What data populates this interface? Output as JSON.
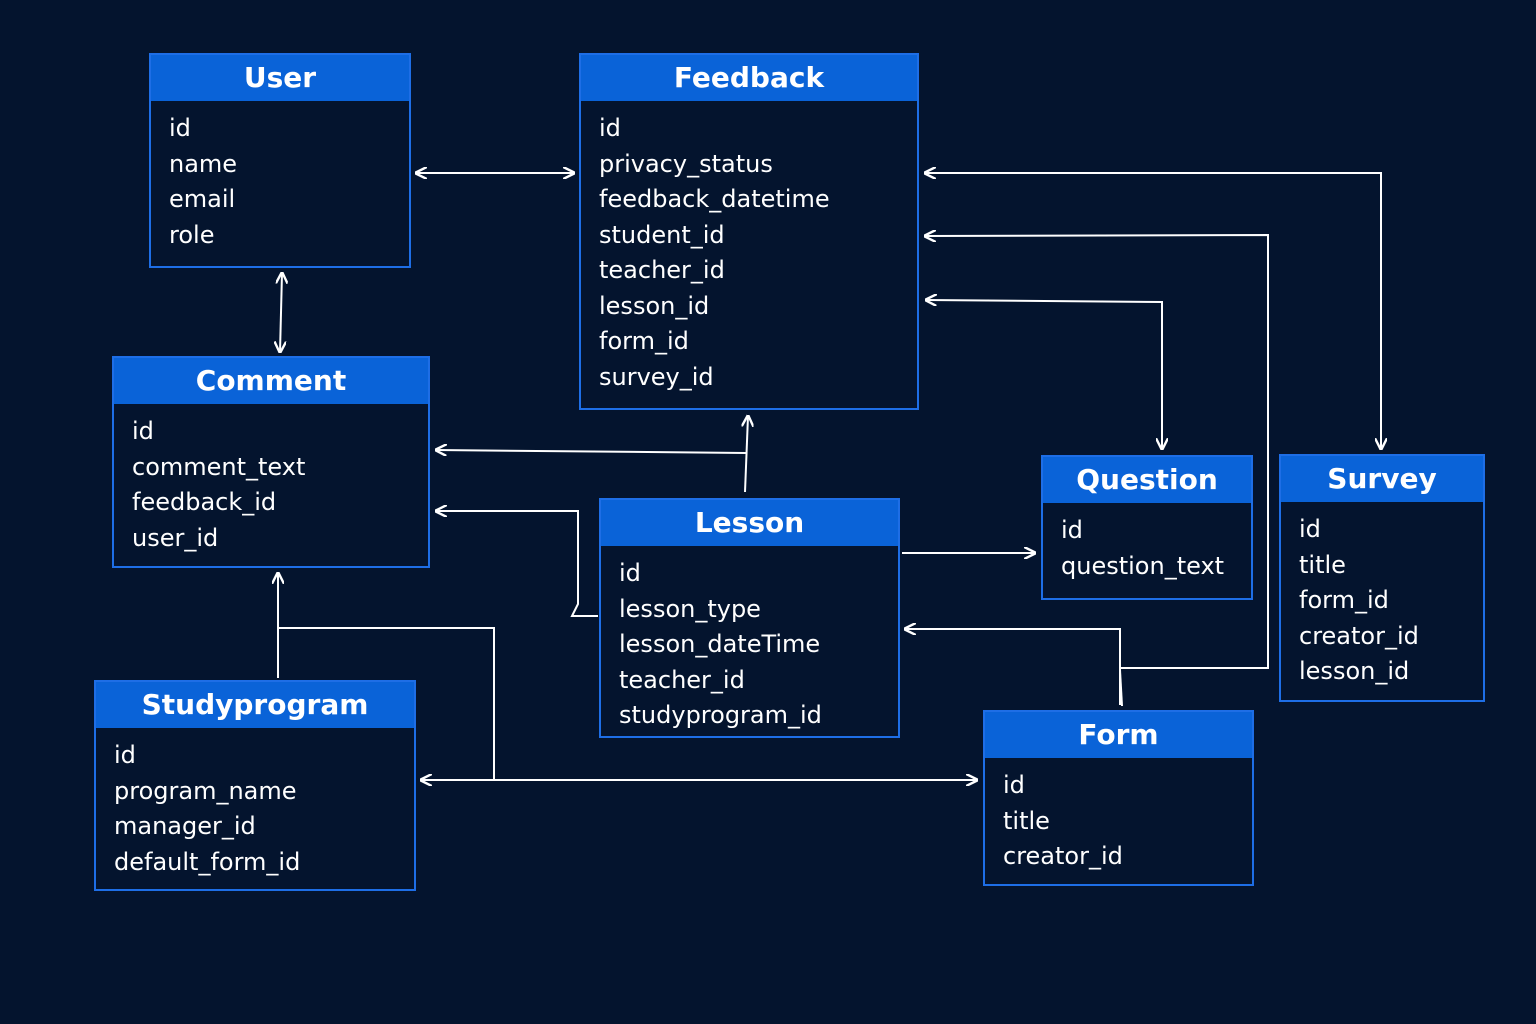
{
  "colors": {
    "background": "#04142e",
    "header": "#0a63d8",
    "border": "#1e6ee6",
    "text": "#ffffff",
    "connector": "#ffffff"
  },
  "entities": {
    "user": {
      "title": "User",
      "fields": [
        "id",
        "name",
        "email",
        "role"
      ]
    },
    "feedback": {
      "title": "Feedback",
      "fields": [
        "id",
        "privacy_status",
        "feedback_datetime",
        "student_id",
        "teacher_id",
        "lesson_id",
        "form_id",
        "survey_id"
      ]
    },
    "comment": {
      "title": "Comment",
      "fields": [
        "id",
        "comment_text",
        "feedback_id",
        "user_id"
      ]
    },
    "lesson": {
      "title": "Lesson",
      "fields": [
        "id",
        "lesson_type",
        "lesson_dateTime",
        "teacher_id",
        "studyprogram_id"
      ]
    },
    "question": {
      "title": "Question",
      "fields": [
        "id",
        "question_text"
      ]
    },
    "survey": {
      "title": "Survey",
      "fields": [
        "id",
        "title",
        "form_id",
        "creator_id",
        "lesson_id"
      ]
    },
    "studyprogram": {
      "title": "Studyprogram",
      "fields": [
        "id",
        "program_name",
        "manager_id",
        "default_form_id"
      ]
    },
    "form": {
      "title": "Form",
      "fields": [
        "id",
        "title",
        "creator_id"
      ]
    }
  },
  "relationships": [
    {
      "from": "user",
      "to": "feedback",
      "kind": "bidirectional"
    },
    {
      "from": "user",
      "to": "comment",
      "kind": "bidirectional"
    },
    {
      "from": "lesson",
      "to": "feedback",
      "kind": "directed"
    },
    {
      "from": "lesson",
      "to": "comment",
      "kind": "directed"
    },
    {
      "from": "lesson",
      "to": "question",
      "kind": "directed"
    },
    {
      "from": "form",
      "to": "lesson",
      "kind": "directed"
    },
    {
      "from": "feedback",
      "to": "question",
      "kind": "bidirectional"
    },
    {
      "from": "feedback",
      "to": "survey",
      "kind": "bidirectional"
    },
    {
      "from": "form",
      "to": "feedback",
      "kind": "directed"
    },
    {
      "from": "studyprogram",
      "to": "comment",
      "kind": "directed"
    },
    {
      "from": "studyprogram",
      "to": "form",
      "kind": "bidirectional"
    }
  ]
}
